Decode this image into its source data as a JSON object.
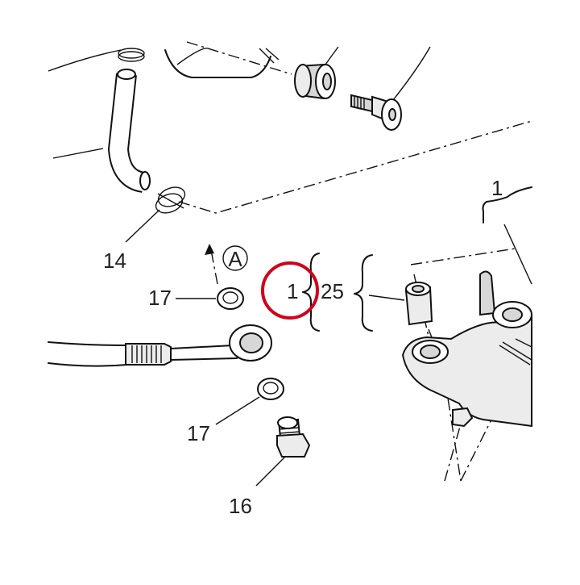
{
  "diagram": {
    "callouts": {
      "c14": "14",
      "c17_top": "17",
      "c17_bottom": "17",
      "c16": "16",
      "c1_left": "1",
      "c25": "25",
      "c1_right": "1"
    },
    "reference_mark": "A",
    "highlight_color": "#d0021b"
  }
}
